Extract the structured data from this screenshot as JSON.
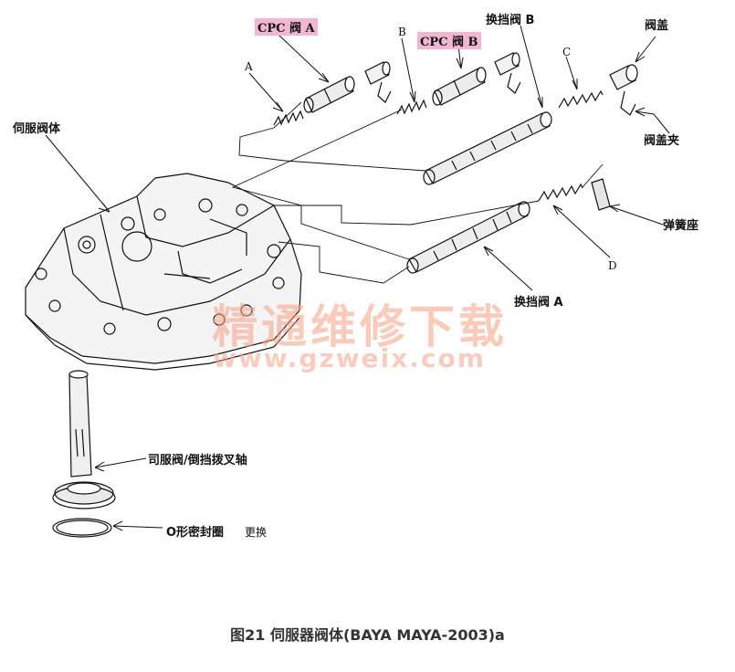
{
  "labels": {
    "cpc_a": "CPC 阀 A",
    "cpc_b": "CPC 阀 B",
    "a": "A",
    "b": "B",
    "c": "C",
    "d": "D",
    "shift_b": "换挡阀 B",
    "shift_a": "换挡阀 A",
    "valve_cap": "阀盖",
    "valve_cap_clip": "阀盖夹",
    "spring_seat": "弹簧座",
    "servo_body": "伺服阀体",
    "servo_shaft": "司服阀/倒挡拨叉轴",
    "o_ring": "O形密封圈",
    "replace": "更换"
  },
  "watermark": {
    "cn": "精通维修下载",
    "url": "www.gzweix.com",
    "color": "#f5a082"
  },
  "caption": "图21  伺服器阀体(BAYA MAYA-2003)a",
  "highlight_color": "#f2b6d3"
}
